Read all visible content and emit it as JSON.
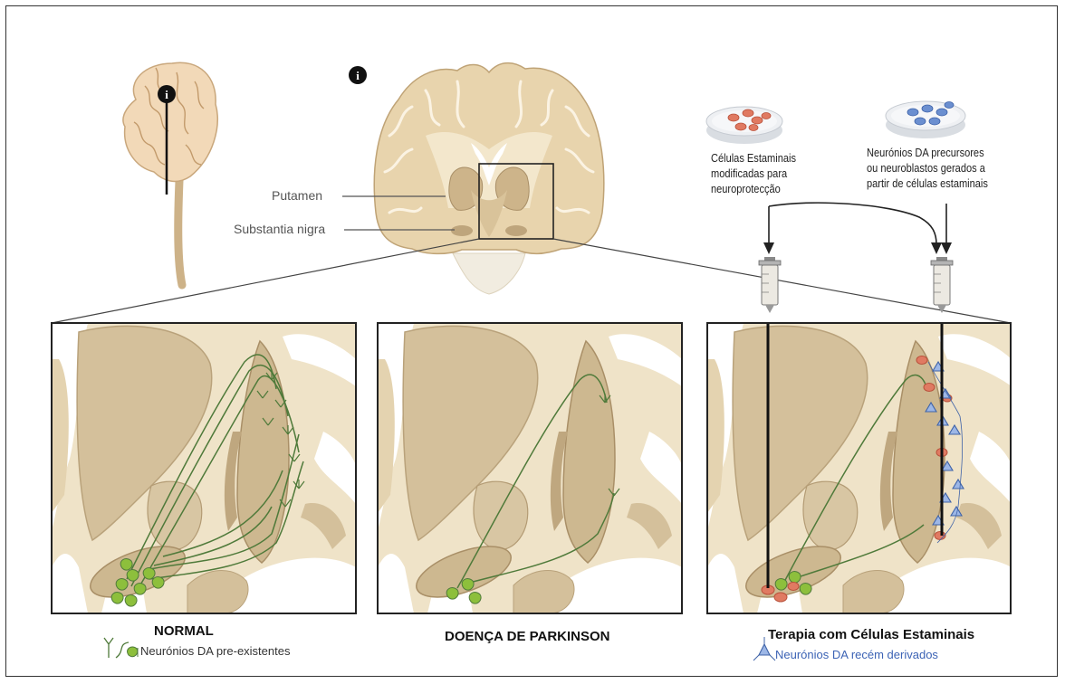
{
  "labels": {
    "putamen": "Putamen",
    "substantia_nigra": "Substantia nigra",
    "marker_left": "i",
    "marker_mid": "i"
  },
  "dishes": {
    "left_text": [
      "Células Estaminais",
      "modificadas para",
      "neuroprotecção"
    ],
    "right_text": [
      "Neurónios DA precursores",
      "ou neuroblastos gerados a",
      "partir de células estaminais"
    ]
  },
  "panels": {
    "normal": {
      "title": "NORMAL",
      "legend": "Neurónios DA pre-existentes"
    },
    "parkinson": {
      "title": "DOENÇA DE PARKINSON"
    },
    "therapy": {
      "title": "Terapia com Células Estaminais",
      "legend": "Neurónios DA recém derivados"
    }
  },
  "colors": {
    "tissue": "#efe3c8",
    "gray_matter": "#d4c09b",
    "neuron_green": "#8dbf3c",
    "axon_green": "#4f7a3a",
    "cell_red": "#e07a62",
    "cell_blue": "#6b8fd0",
    "legend_blue": "#3c63b5"
  }
}
